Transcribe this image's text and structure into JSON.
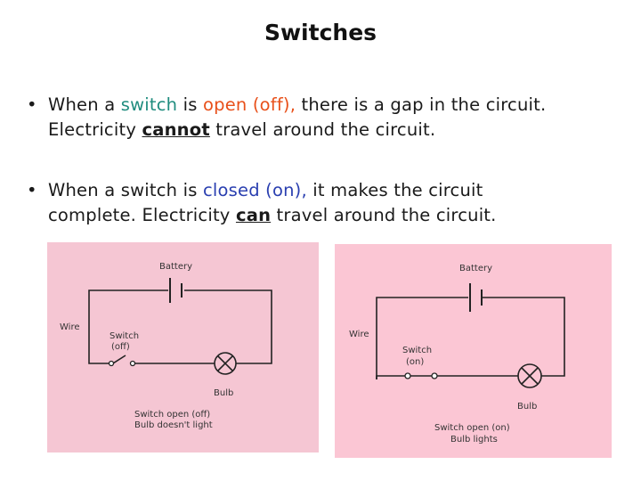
{
  "slide": {
    "title": "Switches",
    "bullet_glyph": "•",
    "bullet1": {
      "t1": "When a ",
      "switch_word": "switch",
      "t2": " is ",
      "open_word": "open (off),",
      "t3": " there is a gap in the circuit.",
      "t4": "Electricity ",
      "cannot_word": "cannot",
      "t5": " travel around the circuit."
    },
    "bullet2": {
      "t1": "When a switch is ",
      "closed_word": "closed (on),",
      "t2": " it makes the circuit",
      "t3": "complete. Electricity ",
      "can_word": "can",
      "t4": " travel around the circuit."
    }
  },
  "diagram_left": {
    "battery": "Battery",
    "wire": "Wire",
    "switch_line1": "Switch",
    "switch_line2": "(off)",
    "bulb": "Bulb",
    "caption1": "Switch open (off)",
    "caption2": "Bulb doesn't light"
  },
  "diagram_right": {
    "battery": "Battery",
    "wire": "Wire",
    "switch_line1": "Switch",
    "switch_line2": "(on)",
    "bulb": "Bulb",
    "caption1": "Switch open (on)",
    "caption2": "Bulb lights"
  },
  "colors": {
    "switch_word": "#1f8c7e",
    "open_word": "#e8501a",
    "closed_word": "#2a3fb0",
    "panel_bg": "#f9c8d6"
  }
}
